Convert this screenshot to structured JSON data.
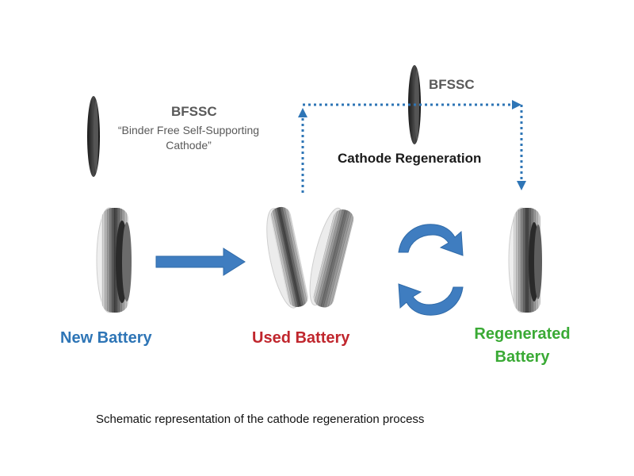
{
  "bfssc_left": {
    "title": "BFSSC",
    "description_line1": "“Binder Free Self-Supporting",
    "description_line2": "Cathode”"
  },
  "bfssc_top": {
    "title": "BFSSC"
  },
  "cathode_regeneration_label": "Cathode Regeneration",
  "batteries": {
    "new": {
      "label": "New Battery",
      "color": "#2E75B6"
    },
    "used": {
      "label": "Used Battery",
      "color": "#C0262D"
    },
    "regenerated": {
      "label_line1": "Regenerated",
      "label_line2": "Battery",
      "color": "#3AAA35"
    }
  },
  "arrow_color": "#3F7DC0",
  "dotted_color": "#2E75B6",
  "caption": "Schematic representation of the cathode regeneration process"
}
